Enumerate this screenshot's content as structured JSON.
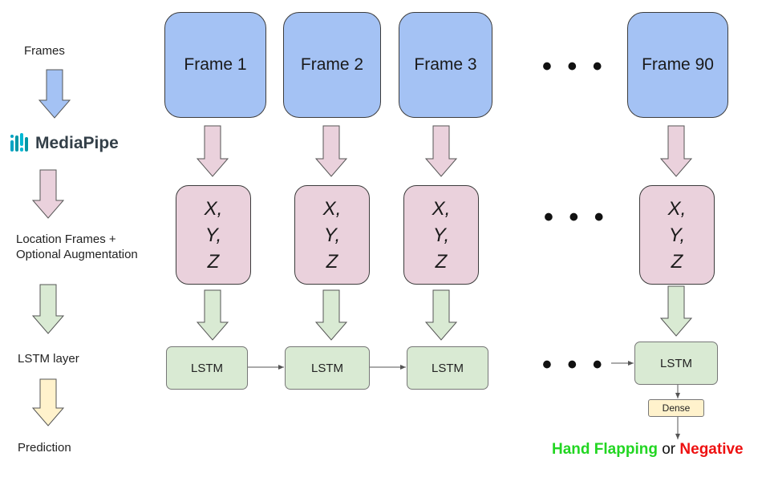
{
  "legend": {
    "frames": "Frames",
    "mediapipe": "MediaPipe",
    "location_line1": "Location Frames +",
    "location_line2": "Optional Augmentation",
    "lstm_layer": "LSTM layer",
    "prediction": "Prediction"
  },
  "frames": [
    "Frame 1",
    "Frame 2",
    "Frame 3",
    "Frame 90"
  ],
  "coords": [
    "X,\nY,\nZ",
    "X,\nY,\nZ",
    "X,\nY,\nZ",
    "X,\nY,\nZ"
  ],
  "lstm_labels": [
    "LSTM",
    "LSTM",
    "LSTM",
    "LSTM"
  ],
  "ellipsis": "• • •",
  "dense": "Dense",
  "output": {
    "positive": "Hand Flapping",
    "connector": "or",
    "negative": "Negative"
  },
  "colors": {
    "frame_fill": "#a4c2f4",
    "coord_fill": "#ead1dc",
    "lstm_fill": "#d9ead3",
    "dense_fill": "#fff2cc",
    "arrow_blue": "#a4c2f4",
    "arrow_pink": "#ead1dc",
    "arrow_green": "#d9ead3",
    "arrow_yellow": "#fff2cc",
    "positive": "#22d622",
    "negative": "#ee1111"
  }
}
